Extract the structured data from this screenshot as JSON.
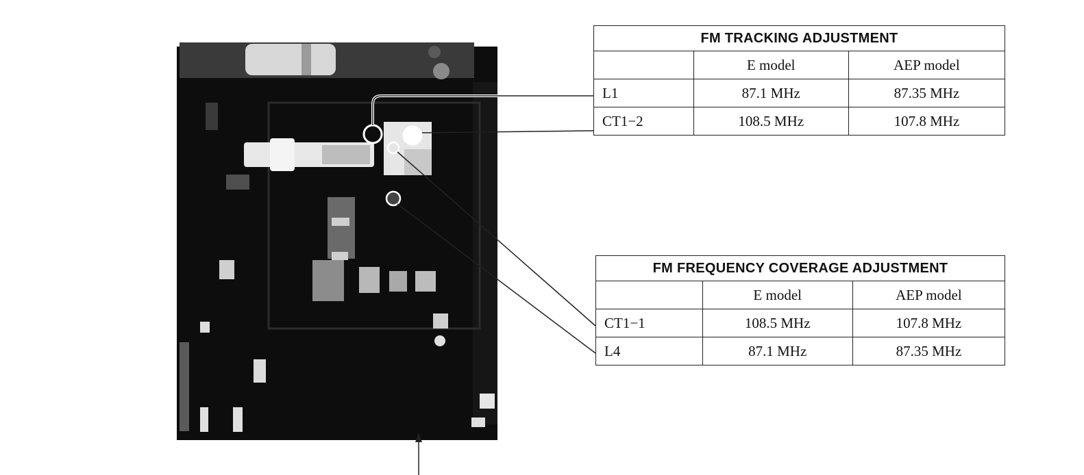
{
  "tracking": {
    "title": "FM TRACKING ADJUSTMENT",
    "columns": [
      "",
      "E model",
      "AEP model"
    ],
    "rows": [
      {
        "label": "L1",
        "e_model": "87.1 MHz",
        "aep_model": "87.35 MHz"
      },
      {
        "label": "CT1−2",
        "e_model": "108.5 MHz",
        "aep_model": "107.8 MHz"
      }
    ]
  },
  "coverage": {
    "title": "FM FREQUENCY COVERAGE ADJUSTMENT",
    "columns": [
      "",
      "E model",
      "AEP model"
    ],
    "rows": [
      {
        "label": "CT1−1",
        "e_model": "108.5 MHz",
        "aep_model": "107.8 MHz"
      },
      {
        "label": "L4",
        "e_model": "87.1 MHz",
        "aep_model": "87.35 MHz"
      }
    ]
  },
  "colors": {
    "photo_dark": "#0d0d0d",
    "line": "#222222",
    "paper": "#ffffff"
  }
}
